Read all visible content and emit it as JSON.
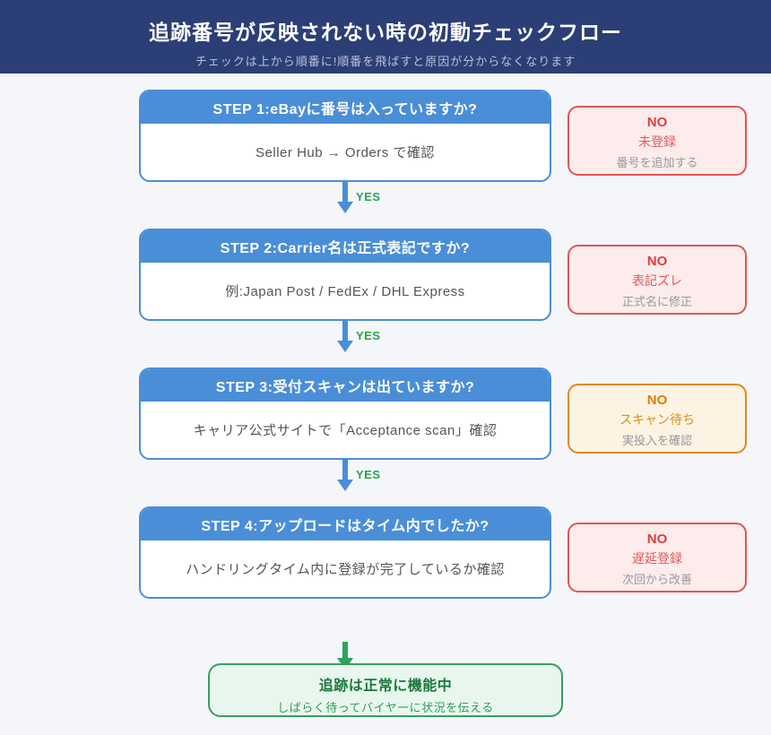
{
  "header": {
    "title": "追跡番号が反映されない時の初動チェックフロー",
    "subtitle": "チェックは上から順番に!順番を飛ばすと原因が分からなくなります"
  },
  "colors": {
    "banner_navy": "#2b3e76",
    "step_blue": "#4a8ed8",
    "no_red": "#e03c3c",
    "no_red_bg": "#fdecec",
    "no_orange": "#e07c00",
    "no_orange_bg": "#fcf3e2",
    "yes_green": "#28a34b",
    "result_green": "#1b7a3d",
    "result_green_bg": "#e9f6ee",
    "page_bg": "#f5f6fa"
  },
  "steps": [
    {
      "title": "STEP 1:eBayに番号は入っていますか?",
      "body": "Seller Hub → Orders で確認",
      "yes_label": "YES",
      "no": {
        "label": "NO",
        "reason": "未登録",
        "action": "番号を追加する",
        "variant": "red"
      }
    },
    {
      "title": "STEP 2:Carrier名は正式表記ですか?",
      "body": "例:Japan Post / FedEx / DHL Express",
      "yes_label": "YES",
      "no": {
        "label": "NO",
        "reason": "表記ズレ",
        "action": "正式名に修正",
        "variant": "red"
      }
    },
    {
      "title": "STEP 3:受付スキャンは出ていますか?",
      "body": "キャリア公式サイトで「Acceptance scan」確認",
      "yes_label": "YES",
      "no": {
        "label": "NO",
        "reason": "スキャン待ち",
        "action": "実投入を確認",
        "variant": "orange"
      }
    },
    {
      "title": "STEP 4:アップロードはタイム内でしたか?",
      "body": "ハンドリングタイム内に登録が完了しているか確認",
      "no": {
        "label": "NO",
        "reason": "遅延登録",
        "action": "次回から改善",
        "variant": "red"
      }
    }
  ],
  "result": {
    "title": "追跡は正常に機能中",
    "subtitle": "しばらく待ってバイヤーに状況を伝える"
  }
}
